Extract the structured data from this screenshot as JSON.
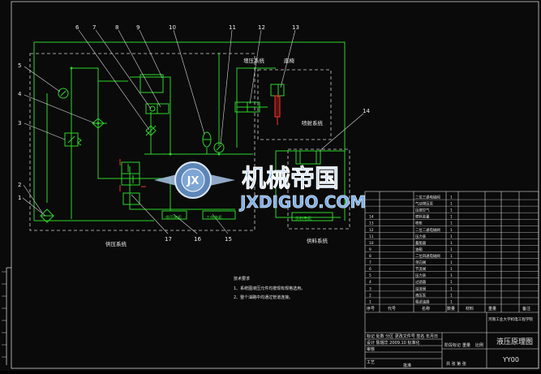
{
  "drawing": {
    "callouts": [
      "1",
      "2",
      "3",
      "4",
      "5",
      "6",
      "7",
      "8",
      "9",
      "10",
      "11",
      "12",
      "13",
      "14",
      "15",
      "16",
      "17"
    ],
    "system_labels": {
      "supply": "供压系统",
      "pressure": "增压系统",
      "moving": "座椅",
      "jet": "喷射系统",
      "feed": "供料系统"
    },
    "component_labels": {
      "motor1": "供压电机",
      "motor2": "工作电机",
      "motor3": "供料电机"
    },
    "notes": {
      "title": "技术要求",
      "line1": "1、系统图液压元件均按现有规格选用。",
      "line2": "2、整个油路中均通过管道连接。"
    }
  },
  "watermark": {
    "brand_cn": "机械帝国",
    "brand_en": "JXDIGUO.COM",
    "logo_letters": "JX"
  },
  "title_block": {
    "parts": [
      {
        "no": "",
        "name": "二位三通电磁阀",
        "qty": "1"
      },
      {
        "no": "",
        "name": "气动增压泵",
        "qty": "1"
      },
      {
        "no": "",
        "name": "压缩空气",
        "qty": "1"
      },
      {
        "no": "14",
        "name": "喷料装置",
        "qty": "1"
      },
      {
        "no": "13",
        "name": "喷枪",
        "qty": "1"
      },
      {
        "no": "12",
        "name": "二位二通电磁阀",
        "qty": "1"
      },
      {
        "no": "11",
        "name": "压力表",
        "qty": "1"
      },
      {
        "no": "10",
        "name": "蓄能器",
        "qty": "1"
      },
      {
        "no": "9",
        "name": "油箱",
        "qty": "1"
      },
      {
        "no": "8",
        "name": "二位四通电磁阀",
        "qty": "1"
      },
      {
        "no": "7",
        "name": "单向阀",
        "qty": "1"
      },
      {
        "no": "6",
        "name": "节流阀",
        "qty": "1"
      },
      {
        "no": "5",
        "name": "压力表",
        "qty": "1"
      },
      {
        "no": "4",
        "name": "过滤器",
        "qty": "1"
      },
      {
        "no": "3",
        "name": "溢流阀",
        "qty": "1"
      },
      {
        "no": "2",
        "name": "液压泵",
        "qty": "1"
      },
      {
        "no": "1",
        "name": "粗滤油器",
        "qty": "1"
      }
    ],
    "header": {
      "no": "序号",
      "code": "代号",
      "name": "名称",
      "qty": "数量",
      "material": "材料",
      "weight": "重量",
      "remark": "备注"
    },
    "school": "河南工业大学机电工程学院",
    "drawing_title": "液压原理图",
    "drawing_code": "YY00",
    "sign_rows": {
      "row1": "标记 处数 分区 更改文件号 签名 年月日",
      "row2": "设计 陈瑞华 2009.10 标准化",
      "row3": "审核",
      "row4": "工艺",
      "row5": "批准",
      "stage": "阶段标记",
      "weight": "重量",
      "scale": "比例",
      "sheets": "共 张 第 张"
    }
  }
}
